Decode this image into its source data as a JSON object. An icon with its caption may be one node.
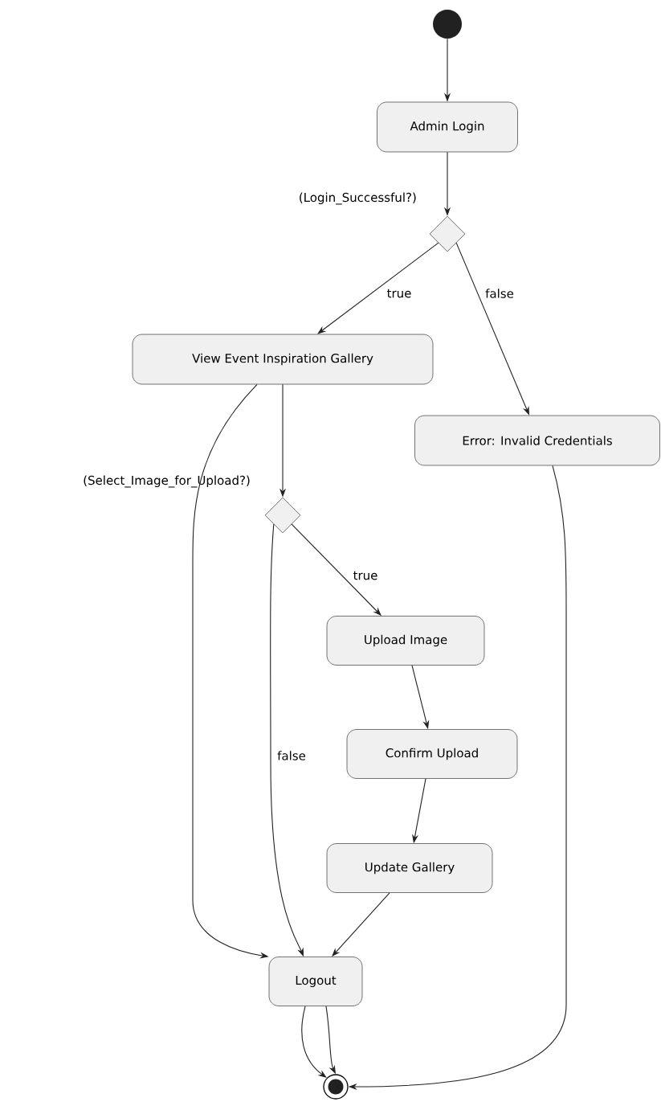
{
  "diagram": {
    "nodes": [
      {
        "text": [],
        "shape": "circle"
      },
      {
        "text": [
          "Admin Login"
        ]
      },
      {
        "text": [],
        "shape": "diamond",
        "beside": [
          "(Login_Successful?)"
        ]
      },
      {
        "text": [
          "View Event Inspiration Gallery"
        ]
      },
      {
        "text": [
          "Error: Invalid Credentials"
        ]
      },
      {
        "text": [],
        "shape": "diamond",
        "beside": [
          "(Select_Image_for_Upload?)"
        ]
      },
      {
        "text": [
          "Upload Image"
        ]
      },
      {
        "text": [
          "Confirm Upload"
        ]
      },
      {
        "text": [
          "Update Gallery"
        ]
      },
      {
        "text": [
          "Logout"
        ]
      },
      {
        "text": [],
        "shape": "bullseye"
      }
    ],
    "edges": [
      {
        "from": 0,
        "to": 1,
        "arrow": "to"
      },
      {
        "from": 1,
        "to": 2,
        "arrow": "to"
      },
      {
        "from": 2,
        "to": 3,
        "arrow": "to",
        "label": "true"
      },
      {
        "from": 2,
        "to": 4,
        "arrow": "to",
        "label": "false"
      },
      {
        "from": 3,
        "to": 5,
        "arrow": "to"
      },
      {
        "from": 3,
        "to": 9,
        "arrow": "to"
      },
      {
        "from": 5,
        "to": 6,
        "arrow": "to",
        "label": "true"
      },
      {
        "from": 5,
        "to": 9,
        "arrow": "to",
        "label": "false"
      },
      {
        "from": 6,
        "to": 7,
        "arrow": "to"
      },
      {
        "from": 7,
        "to": 8,
        "arrow": "to"
      },
      {
        "from": 8,
        "to": 9,
        "arrow": "to"
      },
      {
        "from": 9,
        "to": 10,
        "arrow": "to"
      },
      {
        "from": 9,
        "to": 10,
        "arrow": "to"
      },
      {
        "from": 4,
        "to": 10,
        "arrow": "to"
      }
    ]
  }
}
